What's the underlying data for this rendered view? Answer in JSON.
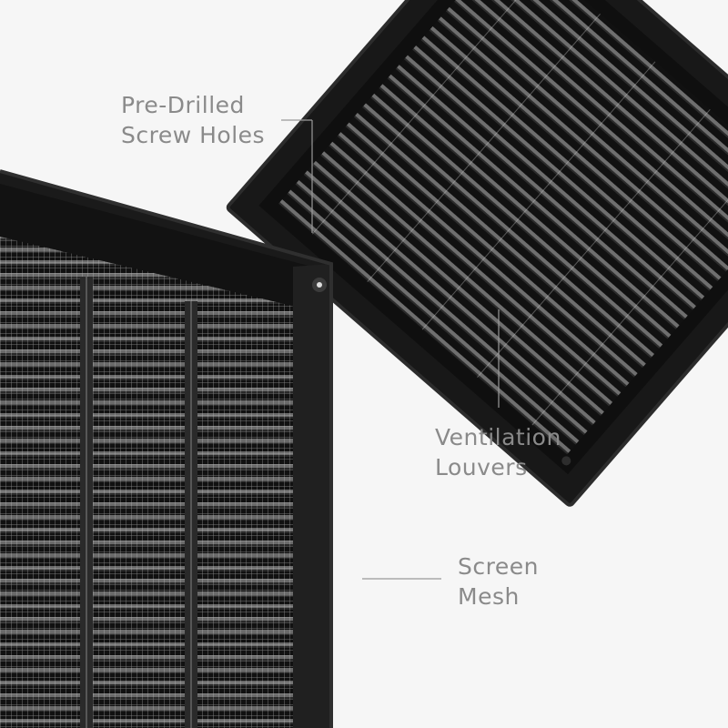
{
  "labels": {
    "screw_holes": {
      "line1": "Pre-Drilled",
      "line2": "Screw Holes"
    },
    "ventilation_louvers": {
      "line1": "Ventilation",
      "line2": "Louvers"
    },
    "screen_mesh": {
      "line1": "Screen",
      "line2": "Mesh"
    }
  },
  "colors": {
    "background": "#f6f6f6",
    "frame": "#1a1a1a",
    "label_text": "#8a8a8a",
    "callout_line": "#9a9a9a"
  }
}
